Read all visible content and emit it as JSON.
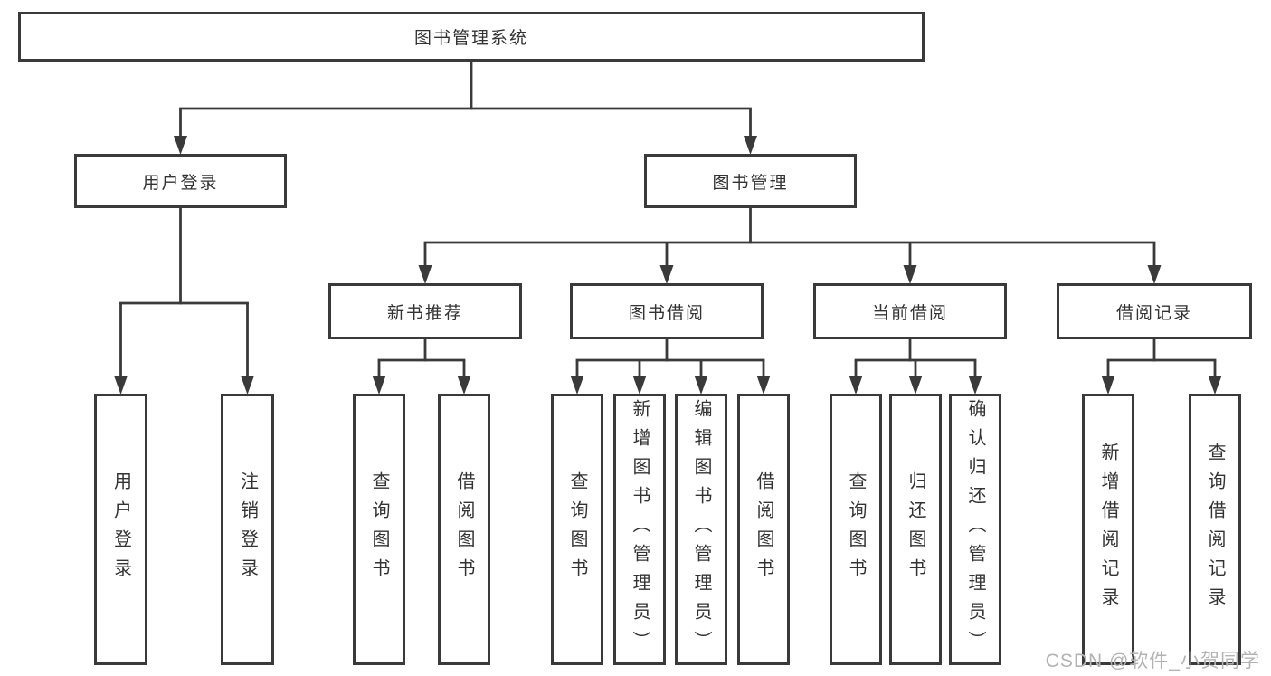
{
  "diagram": {
    "background": "#ffffff",
    "line_color": "#3a3a3a",
    "text_color": "#333333",
    "nodes": [
      {
        "id": "system",
        "label": "图书管理系统",
        "orientation": "horizontal"
      },
      {
        "id": "user-login",
        "label": "用户登录",
        "orientation": "horizontal"
      },
      {
        "id": "book-mgmt",
        "label": "图书管理",
        "orientation": "horizontal"
      },
      {
        "id": "new-book-rec",
        "label": "新书推荐",
        "orientation": "horizontal"
      },
      {
        "id": "book-borrow",
        "label": "图书借阅",
        "orientation": "horizontal"
      },
      {
        "id": "current-borrow",
        "label": "当前借阅",
        "orientation": "horizontal"
      },
      {
        "id": "borrow-records",
        "label": "借阅记录",
        "orientation": "horizontal"
      },
      {
        "id": "leaf-user-login",
        "label": "用户登录",
        "orientation": "vertical"
      },
      {
        "id": "leaf-logout",
        "label": "注销登录",
        "orientation": "vertical"
      },
      {
        "id": "leaf-nbr-query",
        "label": "查询图书",
        "orientation": "vertical"
      },
      {
        "id": "leaf-nbr-borrow",
        "label": "借阅图书",
        "orientation": "vertical"
      },
      {
        "id": "leaf-bb-query",
        "label": "查询图书",
        "orientation": "vertical"
      },
      {
        "id": "leaf-bb-add",
        "label": "新增图书（管理员）",
        "orientation": "vertical"
      },
      {
        "id": "leaf-bb-edit",
        "label": "编辑图书（管理员）",
        "orientation": "vertical"
      },
      {
        "id": "leaf-bb-borrow",
        "label": "借阅图书",
        "orientation": "vertical"
      },
      {
        "id": "leaf-cb-query",
        "label": "查询图书",
        "orientation": "vertical"
      },
      {
        "id": "leaf-cb-return",
        "label": "归还图书",
        "orientation": "vertical"
      },
      {
        "id": "leaf-cb-confirm",
        "label": "确认归还（管理员）",
        "orientation": "vertical"
      },
      {
        "id": "leaf-br-add",
        "label": "新增借阅记录",
        "orientation": "vertical"
      },
      {
        "id": "leaf-br-query",
        "label": "查询借阅记录",
        "orientation": "vertical"
      }
    ],
    "edges": [
      [
        "system",
        "user-login"
      ],
      [
        "system",
        "book-mgmt"
      ],
      [
        "user-login",
        "leaf-user-login"
      ],
      [
        "user-login",
        "leaf-logout"
      ],
      [
        "book-mgmt",
        "new-book-rec"
      ],
      [
        "book-mgmt",
        "book-borrow"
      ],
      [
        "book-mgmt",
        "current-borrow"
      ],
      [
        "book-mgmt",
        "borrow-records"
      ],
      [
        "new-book-rec",
        "leaf-nbr-query"
      ],
      [
        "new-book-rec",
        "leaf-nbr-borrow"
      ],
      [
        "book-borrow",
        "leaf-bb-query"
      ],
      [
        "book-borrow",
        "leaf-bb-add"
      ],
      [
        "book-borrow",
        "leaf-bb-edit"
      ],
      [
        "book-borrow",
        "leaf-bb-borrow"
      ],
      [
        "current-borrow",
        "leaf-cb-query"
      ],
      [
        "current-borrow",
        "leaf-cb-return"
      ],
      [
        "current-borrow",
        "leaf-cb-confirm"
      ],
      [
        "borrow-records",
        "leaf-br-add"
      ],
      [
        "borrow-records",
        "leaf-br-query"
      ]
    ]
  },
  "watermark": {
    "text": "CSDN @软件_小贺同学",
    "color": "#b3b3b3"
  }
}
